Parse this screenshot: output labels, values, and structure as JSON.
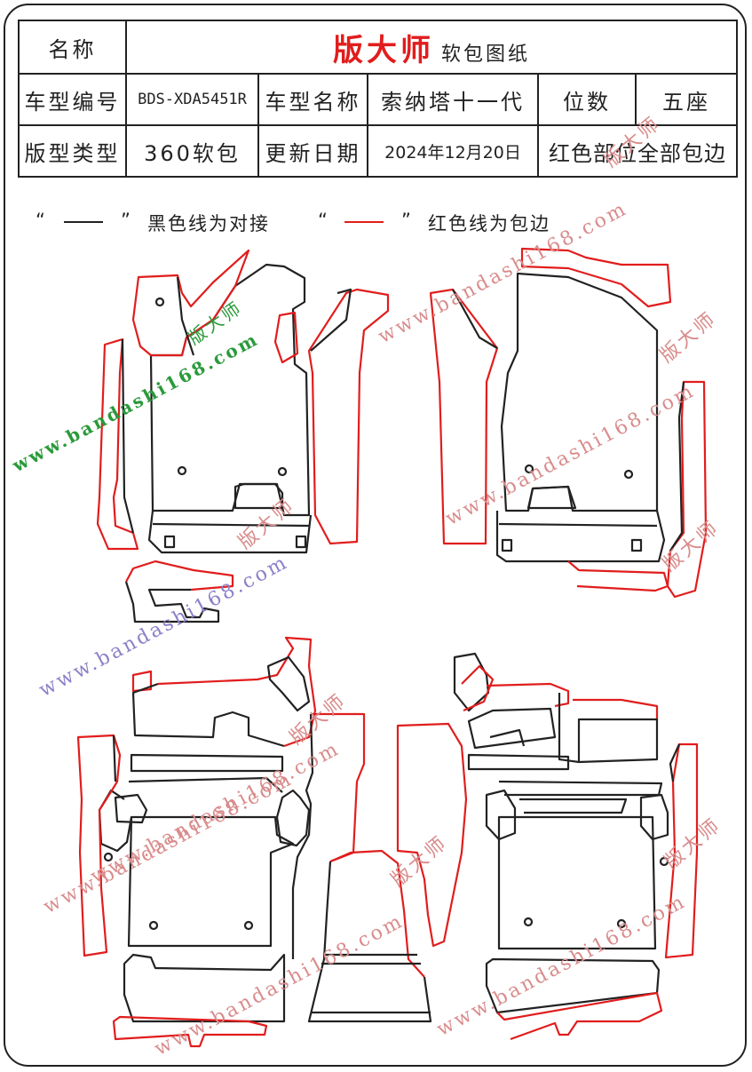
{
  "header": {
    "name_label": "名称",
    "brand": "版大师",
    "brand_sub": "软包图纸",
    "model_code_label": "车型编号",
    "model_code": "BDS-XDA5451R",
    "model_name_label": "车型名称",
    "model_name": "索纳塔十一代",
    "seats_label": "位数",
    "seats": "五座",
    "type_label": "版型类型",
    "type": "360软包",
    "date_label": "更新日期",
    "date": "2024年12月20日",
    "note": "红色部位全部包边"
  },
  "legend": {
    "black_quote_open": "“",
    "black_quote_close": "”",
    "black_text": "黑色线为对接",
    "red_quote_open": "“",
    "red_quote_close": "”",
    "red_text": "红色线为包边"
  },
  "watermarks": {
    "site": "www.bandashi168.com",
    "brand": "版大师"
  },
  "colors": {
    "edge_binding": "#e11d1d",
    "butt_joint": "#222222",
    "watermark_red": "#d98c8c",
    "watermark_green": "#2a9a3a",
    "watermark_purple": "#8a80c8"
  }
}
